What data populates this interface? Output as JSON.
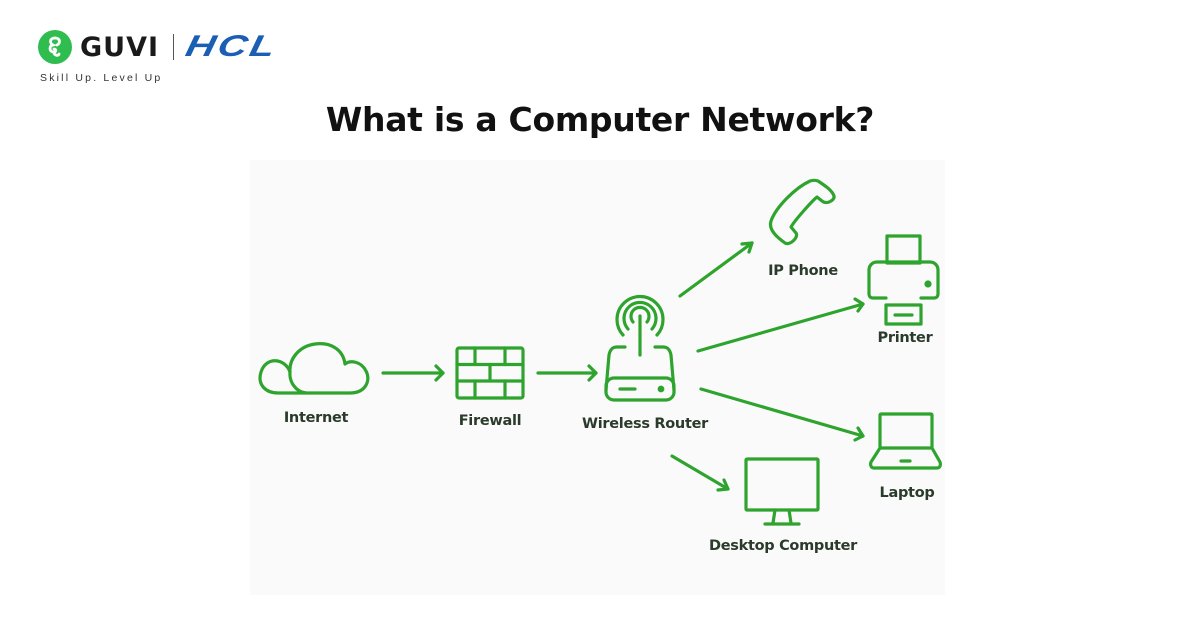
{
  "brand": {
    "name": "GUVI",
    "partner": "HCL",
    "tagline": "Skill Up. Level Up",
    "colors": {
      "guvi_green": "#2ebd4e",
      "hcl_blue": "#1a5fb4"
    }
  },
  "title": "What is a Computer Network?",
  "diagram": {
    "accent_color": "#2ea42e",
    "label_color": "#2b3b2b",
    "nodes": [
      {
        "id": "internet",
        "label": "Internet",
        "icon": "cloud-icon"
      },
      {
        "id": "firewall",
        "label": "Firewall",
        "icon": "brick-wall-icon"
      },
      {
        "id": "router",
        "label": "Wireless Router",
        "icon": "wireless-router-icon"
      },
      {
        "id": "phone",
        "label": "IP Phone",
        "icon": "phone-handset-icon"
      },
      {
        "id": "printer",
        "label": "Printer",
        "icon": "printer-icon"
      },
      {
        "id": "laptop",
        "label": "Laptop",
        "icon": "laptop-icon"
      },
      {
        "id": "desktop",
        "label": "Desktop Computer",
        "icon": "desktop-monitor-icon"
      }
    ],
    "edges": [
      {
        "from": "internet",
        "to": "firewall"
      },
      {
        "from": "firewall",
        "to": "router"
      },
      {
        "from": "router",
        "to": "phone"
      },
      {
        "from": "router",
        "to": "printer"
      },
      {
        "from": "router",
        "to": "laptop"
      },
      {
        "from": "router",
        "to": "desktop"
      }
    ]
  }
}
